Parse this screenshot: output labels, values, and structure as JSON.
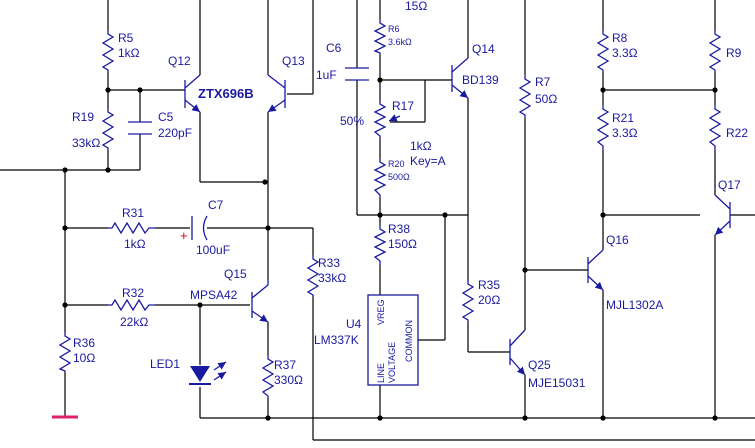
{
  "components": {
    "r5": {
      "ref": "R5",
      "value": "1kΩ"
    },
    "r19": {
      "ref": "R19",
      "value": "33kΩ"
    },
    "c5": {
      "ref": "C5",
      "value": "220pF"
    },
    "q12": {
      "ref": "Q12"
    },
    "q13": {
      "ref": "Q13"
    },
    "q12q13_part": "ZTX696B",
    "c6": {
      "ref": "C6",
      "value": "1uF"
    },
    "r6": {
      "ref": "R6",
      "value": "3.6kΩ"
    },
    "top_value": "15Ω",
    "r17": {
      "ref": "R17",
      "value": "1kΩ",
      "setting": "50%",
      "key": "Key=A"
    },
    "r20": {
      "ref": "R20",
      "value": "500Ω"
    },
    "q14": {
      "ref": "Q14",
      "part": "BD139"
    },
    "r7": {
      "ref": "R7",
      "value": "50Ω"
    },
    "r8": {
      "ref": "R8",
      "value": "3.3Ω"
    },
    "r21": {
      "ref": "R21",
      "value": "3.3Ω"
    },
    "r9": {
      "ref": "R9"
    },
    "r22": {
      "ref": "R22"
    },
    "q17": {
      "ref": "Q17"
    },
    "r31": {
      "ref": "R31",
      "value": "1kΩ"
    },
    "c7": {
      "ref": "C7",
      "value": "100uF",
      "polarity": "+"
    },
    "r38": {
      "ref": "R38",
      "value": "150Ω"
    },
    "q16": {
      "ref": "Q16",
      "part": "MJL1302A"
    },
    "r32": {
      "ref": "R32",
      "value": "22kΩ"
    },
    "q15": {
      "ref": "Q15",
      "part": "MPSA42"
    },
    "r33": {
      "ref": "R33",
      "value": "33kΩ"
    },
    "u4": {
      "ref": "U4",
      "part": "LM337K",
      "pin_vreg": "VREG",
      "pin_line": "LINE",
      "pin_voltage": "VOLTAGE",
      "pin_common": "COMMON"
    },
    "r35": {
      "ref": "R35",
      "value": "20Ω"
    },
    "q25": {
      "ref": "Q25",
      "part": "MJE15031"
    },
    "r36": {
      "ref": "R36",
      "value": "10Ω"
    },
    "led1": {
      "ref": "LED1"
    },
    "r37": {
      "ref": "R37",
      "value": "330Ω"
    }
  },
  "colors": {
    "wire": "#000000",
    "part": "#1a1aa0",
    "ground": "#e0206a",
    "polarity": "#dd0000"
  }
}
